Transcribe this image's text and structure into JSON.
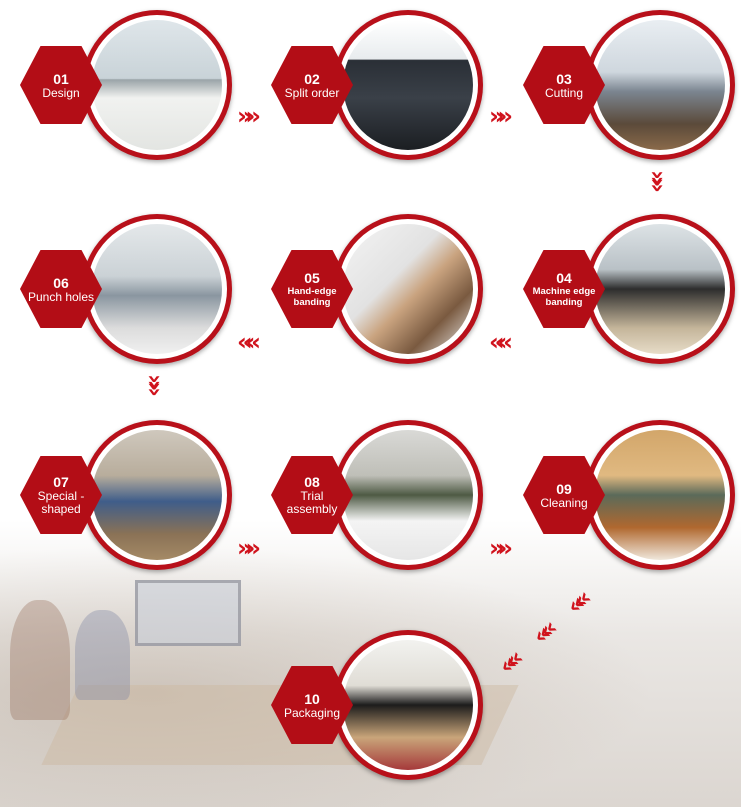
{
  "colors": {
    "accent": "#b8101a",
    "arrow": "#d0131d"
  },
  "steps": [
    {
      "num": "01",
      "label": "Design"
    },
    {
      "num": "02",
      "label": "Split order"
    },
    {
      "num": "03",
      "label": "Cutting"
    },
    {
      "num": "04",
      "label": "Machine edge banding"
    },
    {
      "num": "05",
      "label": "Hand-edge banding"
    },
    {
      "num": "06",
      "label": "Punch holes"
    },
    {
      "num": "07",
      "label": "Special -shaped"
    },
    {
      "num": "08",
      "label": "Trial assembly"
    },
    {
      "num": "09",
      "label": "Cleaning"
    },
    {
      "num": "10",
      "label": "Packaging"
    }
  ],
  "arrows": {
    "right": "»»",
    "left": "««",
    "down": "»»",
    "diag": "««"
  }
}
